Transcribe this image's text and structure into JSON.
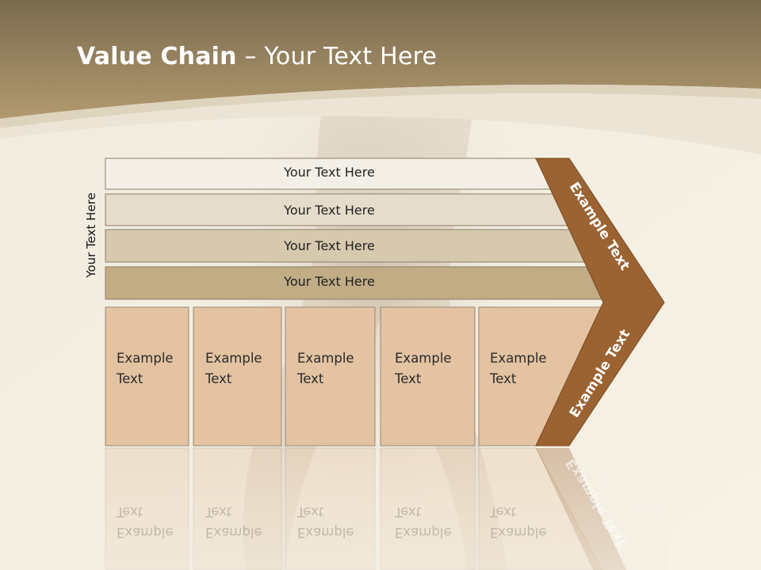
{
  "title": {
    "bold": "Value Chain",
    "rest": " – Your Text Here"
  },
  "side_label": "Your Text Here",
  "bars": [
    {
      "label": "Your Text Here",
      "fill": "#f4efe6"
    },
    {
      "label": "Your Text Here",
      "fill": "#e6dccb"
    },
    {
      "label": "Your Text Here",
      "fill": "#d7c9ae"
    },
    {
      "label": "Your Text Here",
      "fill": "#c1ac86"
    }
  ],
  "boxes": [
    {
      "line1": "Example",
      "line2": "Text"
    },
    {
      "line1": "Example",
      "line2": "Text"
    },
    {
      "line1": "Example",
      "line2": "Text"
    },
    {
      "line1": "Example",
      "line2": "Text"
    },
    {
      "line1": "Example",
      "line2": "Text"
    }
  ],
  "chevron": {
    "upper_label": "Example Text",
    "lower_label": "Example Text",
    "fill": "#9b6232"
  },
  "colors": {
    "header_brown": "#a08a64",
    "box_fill": "#e3c3a2",
    "box_stroke": "#9a8a78"
  }
}
